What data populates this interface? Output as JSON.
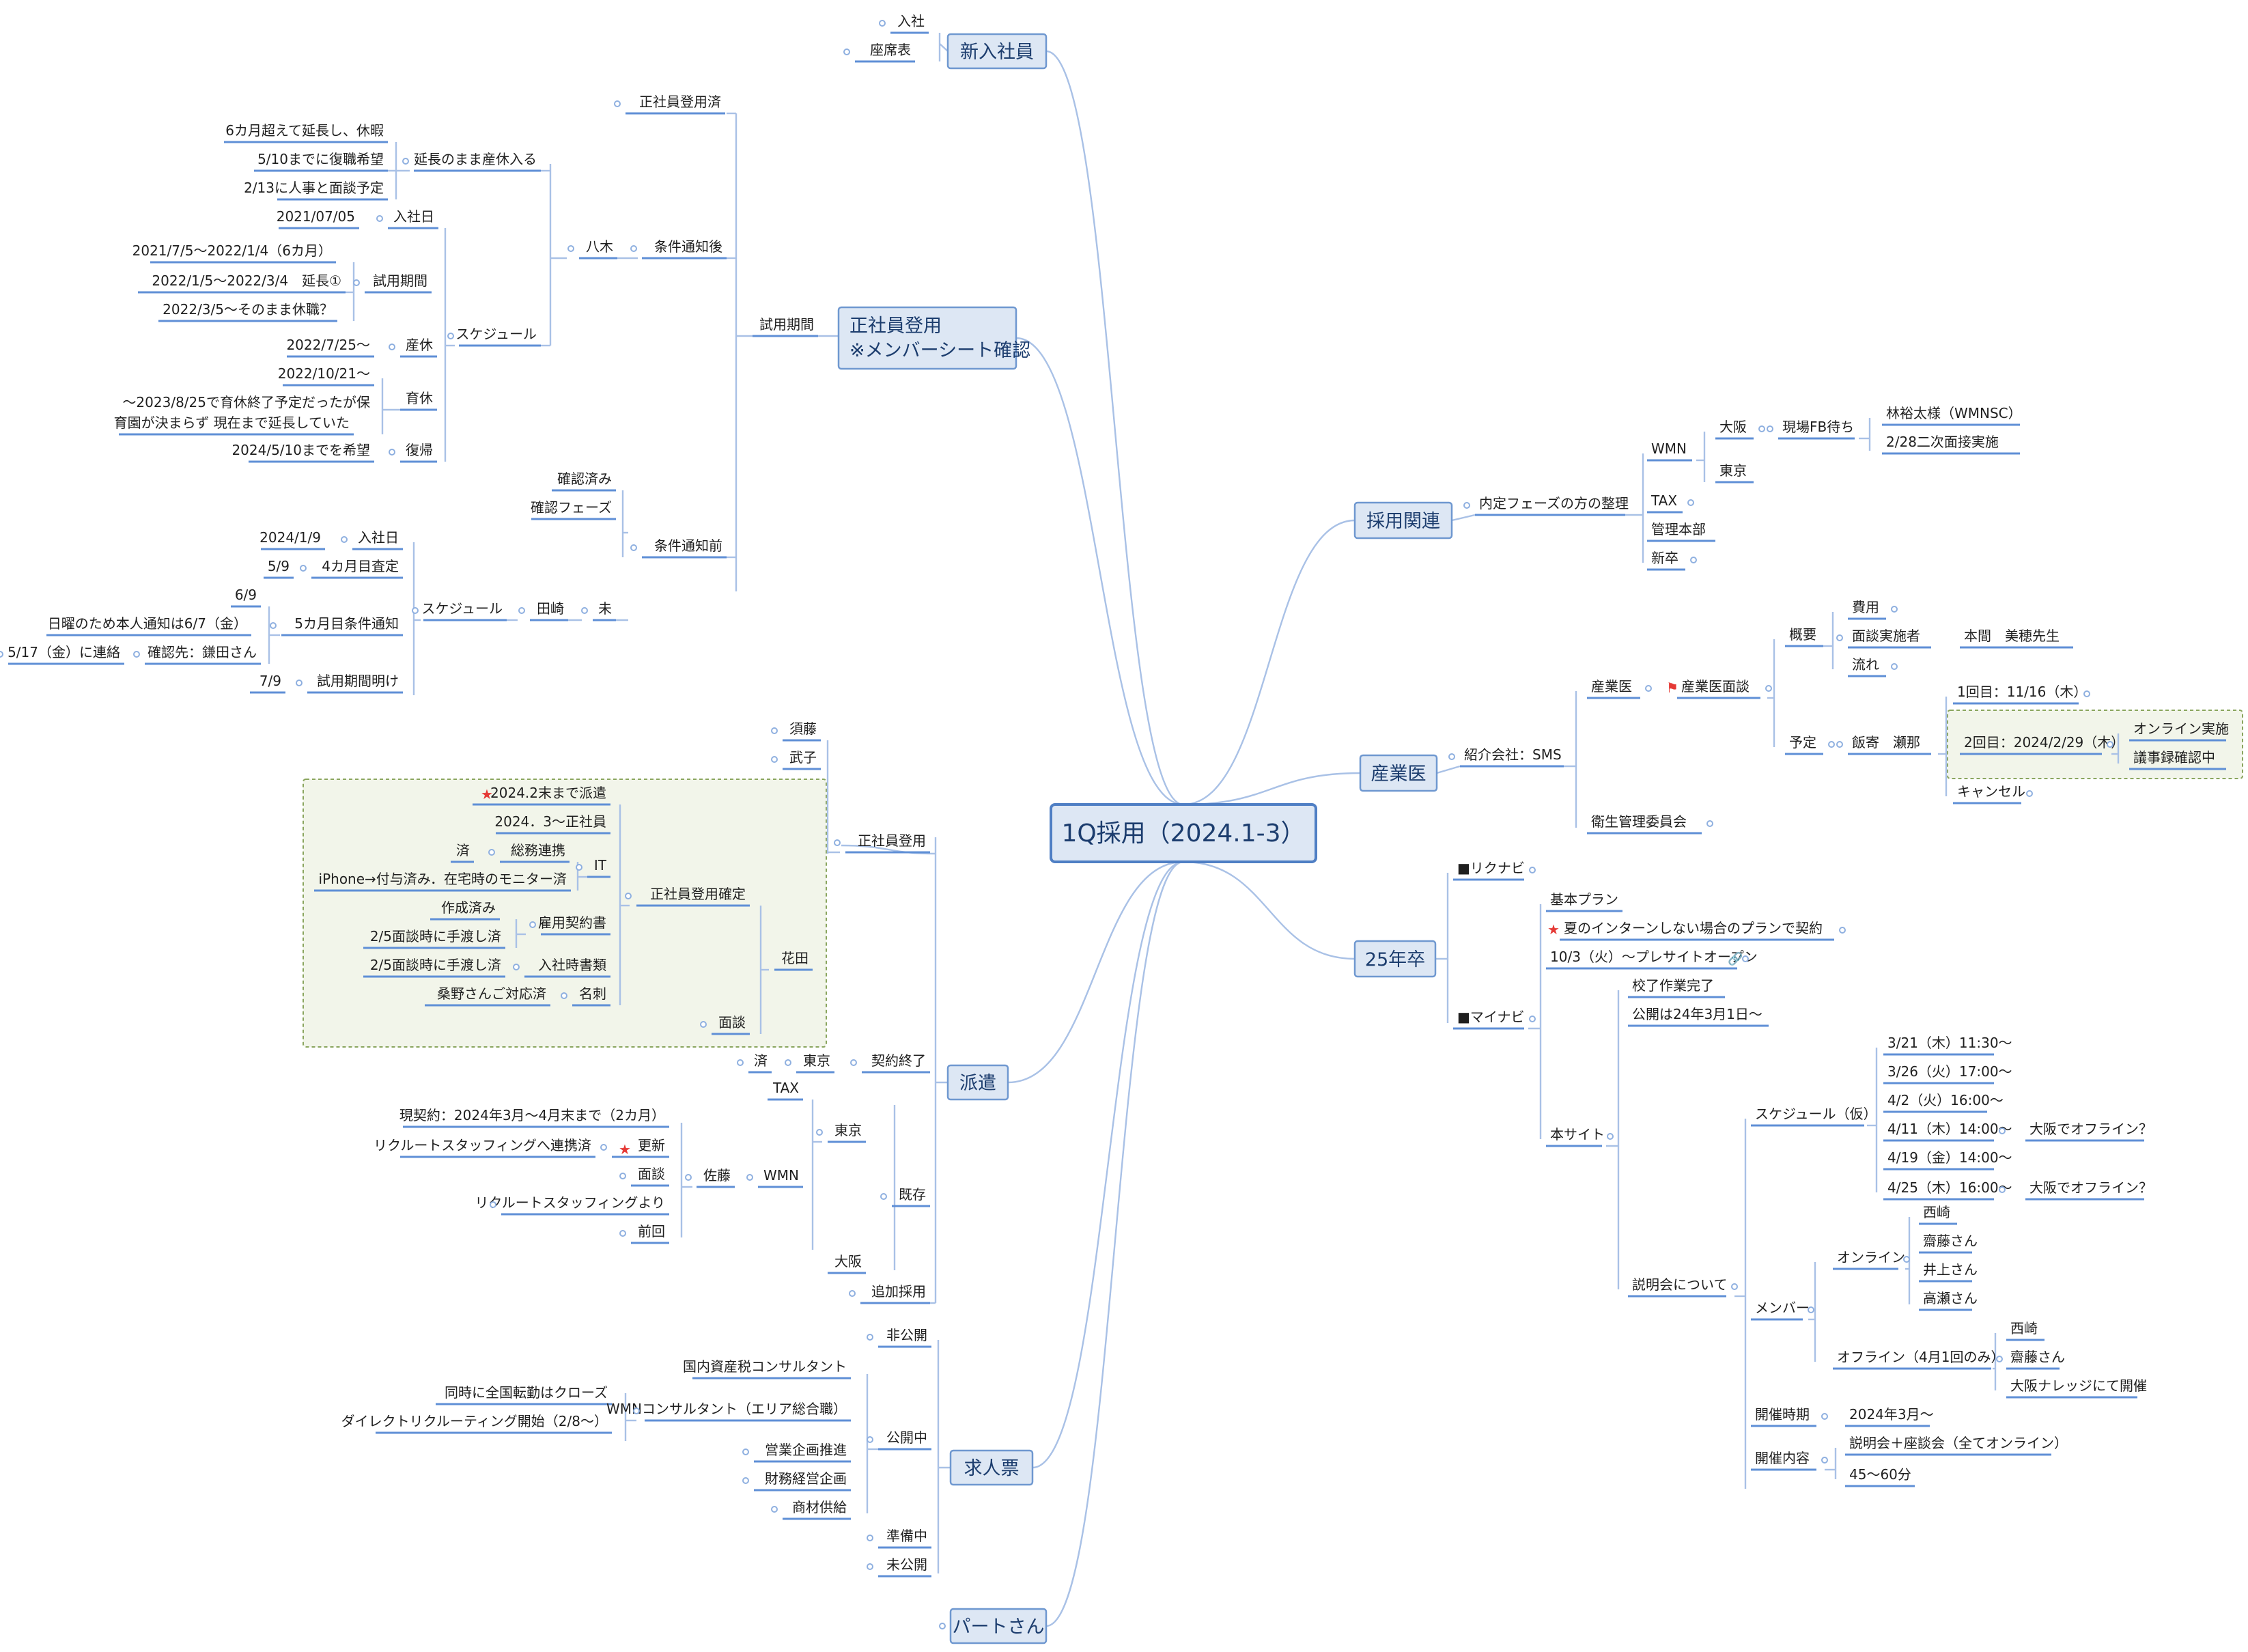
{
  "root": "1Q採用（2024.1-3）",
  "mains": {
    "shinnyu": "新入社員",
    "seishain_l1": "正社員登用",
    "seishain_l2": "※メンバーシート確認",
    "haken": "派遣",
    "kyujinhyo": "求人票",
    "part": "パートさん",
    "saiyo": "採用関連",
    "sangyoi": "産業医",
    "sotsu25": "25年卒"
  },
  "labels": {
    "nyusha": "入社",
    "zasekihyo": "座席表",
    "seishain_tourokuzumi": "正社員登用済",
    "chokyo_sankyu": "延長のまま産休入る",
    "l_6kagetsu": "6カ月超えて延長し、休暇",
    "l_510fukushoku": "5/10までに復職希望",
    "l_213mendan": "2/13に人事と面談予定",
    "yagi": "八木",
    "joken_tsuchigo": "条件通知後",
    "shiyo_kikan": "試用期間",
    "d_20210705": "2021/07/05",
    "nyushabi": "入社日",
    "shiyo_kikan2": "試用期間",
    "p1": "2021/7/5～2022/1/4（6カ月）",
    "p2": "2022/1/5～2022/3/4　延長①",
    "p3": "2022/3/5～そのまま休職？",
    "schedule": "スケジュール",
    "d_20220725": "2022/7/25～",
    "sankyu": "産休",
    "d_20221021": "2022/10/21～",
    "ikukyu": "育休",
    "ikukyu_note1": "～2023/8/25で育休終了予定だったが保",
    "ikukyu_note2": "育園が決まらず 現在まで延長していた",
    "d_20240510": "2024/5/10までを希望",
    "fukki": "復帰",
    "kakunin_zumi": "確認済み",
    "kakunin_phase": "確認フェーズ",
    "joken_tsuchimae": "条件通知前",
    "mi": "未",
    "tazaki": "田崎",
    "schedule2": "スケジュール",
    "d_202419": "2024/1/9",
    "nyushabi2": "入社日",
    "d_59": "5/9",
    "m4": "4カ月目査定",
    "d_69": "6/9",
    "m5": "5カ月目条件通知",
    "nichiyo": "日曜のため本人通知は6/7（金）",
    "kakuninsaki": "確認先：鎌田さん",
    "d_517": "5/17（金）に連絡",
    "d_79": "7/9",
    "shiyo_ake": "試用期間明け",
    "sudo": "須藤",
    "takeko": "武子",
    "seishain_toyo": "正社員登用",
    "haken_made": "2024.2末まで派遣",
    "seishain_3": "2024．3～正社員",
    "zumi": "済",
    "somu": "総務連携",
    "it": "IT",
    "iphone": "iPhone→付与済み．在宅時のモニター済",
    "kakutei": "正社員登用確定",
    "sakusei": "作成済み",
    "koyo": "雇用契約書",
    "hanada": "花田",
    "tewatashi1": "2/5面談時に手渡し済",
    "nyusha_shorui": "入社時書類",
    "tewatashi2": "2/5面談時に手渡し済",
    "kuwano": "桑野さんご対応済",
    "meishi": "名刺",
    "mendan": "面談",
    "zumi2": "済",
    "tokyo": "東京",
    "keiyaku_end": "契約終了",
    "tax": "TAX",
    "tokyo2": "東京",
    "genkeiyaku": "現契約：2024年3月～4月末まで（2カ月）",
    "recruit_renkei": "リクルートスタッフィングへ連携済",
    "koshin": "更新",
    "mendan2": "面談",
    "sato": "佐藤",
    "wmn": "WMN",
    "kizon": "既存",
    "recruit_yori": "リクルートスタッフィングより",
    "zenkai": "前回",
    "osaka": "大阪",
    "tsuika": "追加採用",
    "hikokai": "非公開",
    "kokunai": "国内資産税コンサルタント",
    "doji": "同時に全国転勤はクローズ",
    "wmn_consul": "WMNコンサルタント（エリア総合職）",
    "kokaichu": "公開中",
    "direct": "ダイレクトリクルーティング開始（2/8～）",
    "eigyo": "営業企画推進",
    "zaimu": "財務経営企画",
    "shozai": "商材供給",
    "junbichu": "準備中",
    "mikokai": "未公開",
    "naitei": "内定フェーズの方の整理",
    "wmn2": "WMN",
    "osaka2": "大阪",
    "genba": "現場FB待ち",
    "hayashi": "林裕太様（WMNSC）",
    "niji": "2/28二次面接実施",
    "tokyo3": "東京",
    "tax2": "TAX",
    "kanri": "管理本部",
    "shinsotsu": "新卒",
    "shokai": "紹介会社：SMS",
    "sangyoi2": "産業医",
    "sangyoi_mendan": "産業医面談",
    "gaiyo": "概要",
    "hiyo": "費用",
    "mendan_jisshi": "面談実施者",
    "honma": "本間　美穂先生",
    "nagare": "流れ",
    "yotei": "予定",
    "iiyose": "飯寄　瀬那",
    "kai1": "1回目：11/16（木）",
    "kai2": "2回目：2024/2/29（木）",
    "online_jisshi": "オンライン実施",
    "gijiroku": "議事録確認中",
    "cancel": "キャンセル",
    "eisei": "衛生管理委員会",
    "rikunabi": "■リクナビ",
    "mynavi": "■マイナビ",
    "kihon": "基本プラン",
    "natsu": "夏のインターンしない場合のプランで契約",
    "presite": "10/3（火）～プレサイトオープン",
    "kosei": "校了作業完了",
    "kokai_24": "公開は24年3月1日～",
    "honsaito": "本サイト",
    "setsumeikai": "説明会について",
    "schedule_kari": "スケジュール（仮）",
    "s1": "3/21（木）11:30～",
    "s2": "3/26（火）17:00～",
    "s3": "4/2（火）16:00～",
    "s4": "4/11（木）14:00～",
    "osaka_off1": "大阪でオフライン？",
    "s5": "4/19（金）14:00～",
    "s6": "4/25（木）16:00～",
    "osaka_off2": "大阪でオフライン？",
    "member": "メンバー",
    "online": "オンライン",
    "nishizaki": "西崎",
    "saito": "齋藤さん",
    "inoue": "井上さん",
    "takase": "高瀬さん",
    "offline": "オフライン（4月1回のみ）",
    "nishizaki2": "西崎",
    "saito2": "齋藤さん",
    "osaka_knowledge": "大阪ナレッジにて開催",
    "kaisai_jiki": "開催時期",
    "d_202403": "2024年3月～",
    "kaisai_naiyo": "開催内容",
    "setsumei_zadan": "説明会＋座談会（全てオンライン）",
    "min_45_60": "45～60分"
  },
  "colors": {
    "node_fill": "#dde7f4",
    "node_border": "#6f98d0",
    "connector": "#a9c1e6",
    "underline": "#5f8fd6",
    "boundary_fill": "#f2f5ea",
    "boundary_border": "#8aa55e",
    "star": "#e53935",
    "flag": "#e53935"
  }
}
